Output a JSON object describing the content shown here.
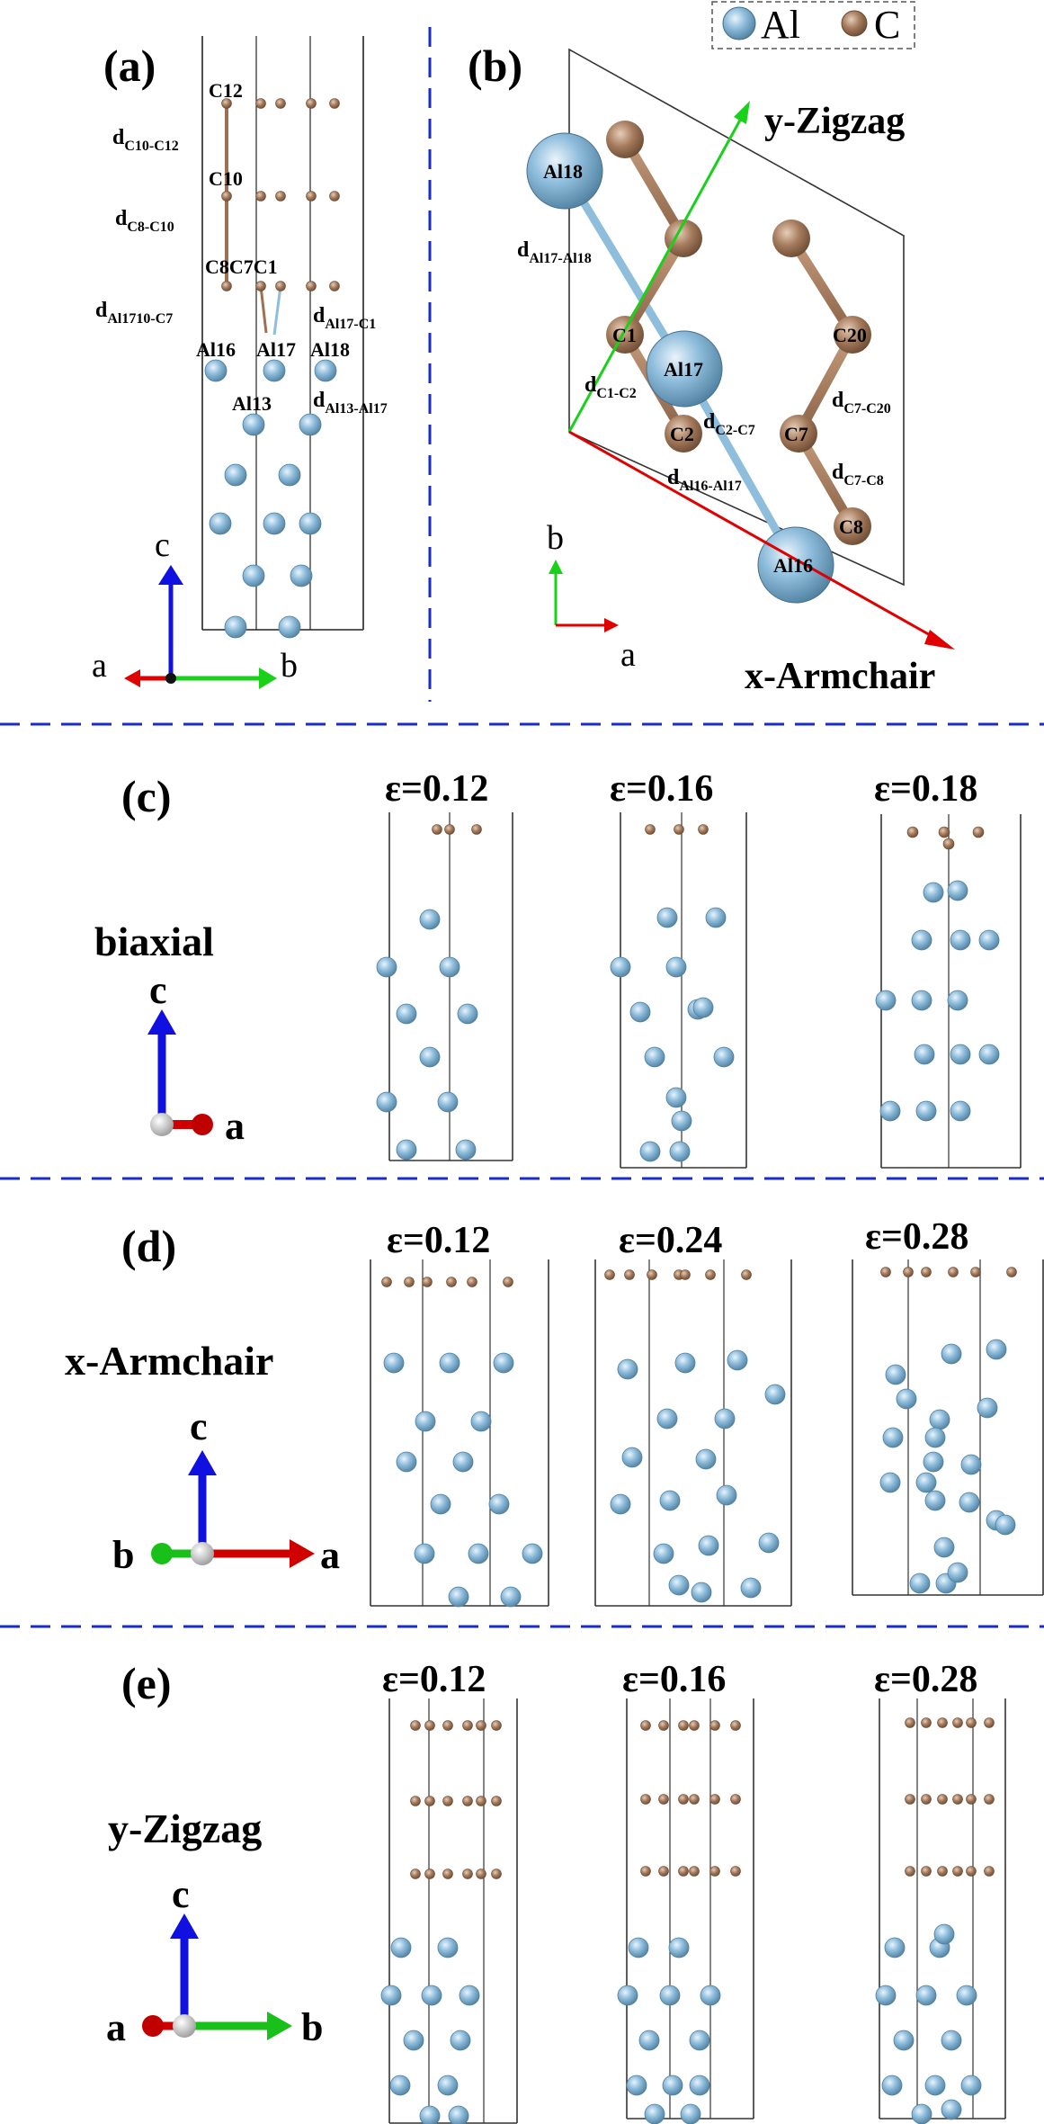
{
  "legend": {
    "al": {
      "symbol": "Al",
      "color": "#7fb3d8"
    },
    "c": {
      "symbol": "C",
      "color": "#a47a5c"
    }
  },
  "panels": {
    "a": {
      "tag": "(a)",
      "atoms": [
        "C12",
        "C10",
        "C8C7C1",
        "Al16",
        "Al17",
        "Al18",
        "Al13"
      ],
      "distances": [
        {
          "main": "d",
          "sub": "C10-C12"
        },
        {
          "main": "d",
          "sub": "C8-C10"
        },
        {
          "main": "d",
          "sub": "Al1710-C7"
        },
        {
          "main": "d",
          "sub": "Al17-C1"
        },
        {
          "main": "d",
          "sub": "Al13-Al17"
        }
      ],
      "axes": {
        "c": "c",
        "a": "a",
        "b": "b"
      }
    },
    "b": {
      "tag": "(b)",
      "y_dir": "y-Zigzag",
      "x_dir": "x-Armchair",
      "atoms": [
        "Al18",
        "Al17",
        "Al16",
        "C1",
        "C2",
        "C7",
        "C8",
        "C20"
      ],
      "distances": [
        {
          "main": "d",
          "sub": "Al17-Al18"
        },
        {
          "main": "d",
          "sub": "C1-C2"
        },
        {
          "main": "d",
          "sub": "C2-C7"
        },
        {
          "main": "d",
          "sub": "C7-C20"
        },
        {
          "main": "d",
          "sub": "C7-C8"
        },
        {
          "main": "d",
          "sub": "Al16-Al17"
        }
      ],
      "axes": {
        "b": "b",
        "a": "a"
      }
    },
    "c": {
      "tag": "(c)",
      "mode": "biaxial",
      "axes": {
        "c": "c",
        "a": "a"
      },
      "strains": [
        "ε=0.12",
        "ε=0.16",
        "ε=0.18"
      ]
    },
    "d": {
      "tag": "(d)",
      "mode": "x-Armchair",
      "axes": {
        "c": "c",
        "b": "b",
        "a": "a"
      },
      "strains": [
        "ε=0.12",
        "ε=0.24",
        "ε=0.28"
      ]
    },
    "e": {
      "tag": "(e)",
      "mode": "y-Zigzag",
      "axes": {
        "c": "c",
        "a": "a",
        "b": "b"
      },
      "strains": [
        "ε=0.12",
        "ε=0.16",
        "ε=0.28"
      ]
    }
  }
}
